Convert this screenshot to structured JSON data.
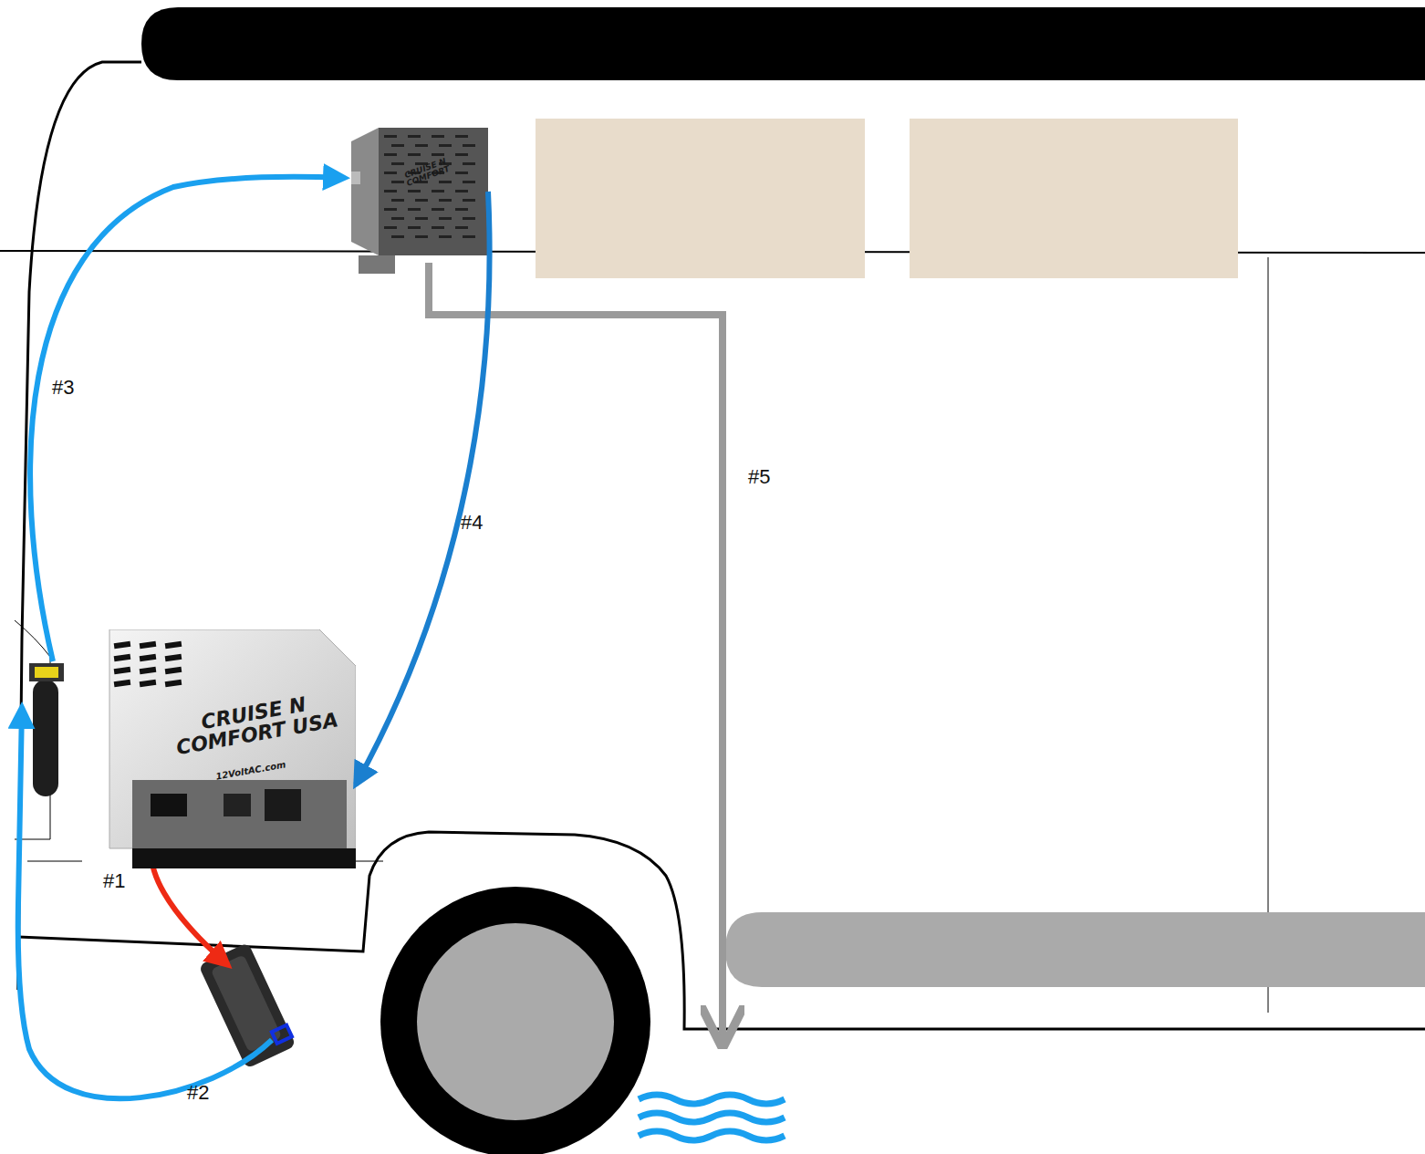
{
  "diagram": {
    "nodes": [
      {
        "text": [
          "CRUISE N COMFORT"
        ]
      },
      {
        "text": [
          "CRUISE N COMFORT USA",
          "12VoltAC.com"
        ]
      }
    ],
    "edges": [
      {
        "from": 0,
        "to": 1,
        "arrow": "to",
        "label": "#4"
      }
    ],
    "labels": [
      "#3",
      "#5",
      "#1",
      "#2"
    ]
  }
}
